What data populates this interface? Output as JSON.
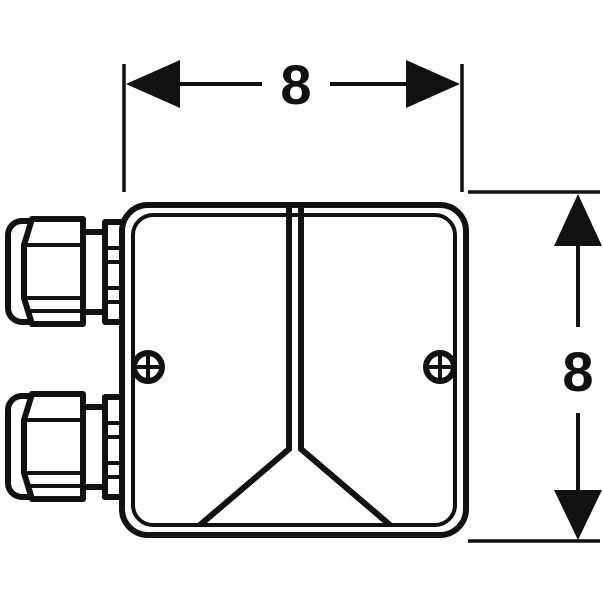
{
  "drawing": {
    "title": "Electrical junction box technical drawing",
    "type": "2d-orthographic-front-view",
    "line_color": "#111111",
    "fill_color": "#ffffff",
    "background_color": "#ffffff",
    "dimensions": {
      "horizontal": {
        "label": "8",
        "name": "width-dimension",
        "orientation": "horizontal",
        "position": "top",
        "arrow_style": "outward-filled-triangles"
      },
      "vertical": {
        "label": "8",
        "name": "height-dimension",
        "orientation": "vertical",
        "position": "right",
        "arrow_style": "outward-filled-triangles"
      }
    },
    "components": [
      {
        "name": "junction-box-body",
        "description": "rounded-square enclosure with double outline"
      },
      {
        "name": "center-divider-line",
        "description": "vertical pair of lines down the middle of the lid"
      },
      {
        "name": "lid-v-groove",
        "description": "triangular V spreading to the bottom edge"
      },
      {
        "name": "screw-left",
        "description": "circular cross-head screw at left mid-height"
      },
      {
        "name": "screw-right",
        "description": "circular cross-head screw at right mid-height"
      },
      {
        "name": "cable-gland-upper",
        "description": "hex cable gland entering the left wall, upper"
      },
      {
        "name": "cable-gland-lower",
        "description": "hex cable gland entering the left wall, lower"
      }
    ]
  }
}
